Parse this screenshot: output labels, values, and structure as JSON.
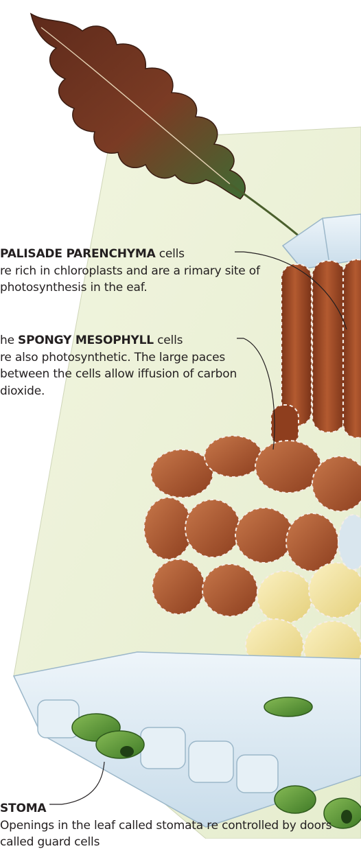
{
  "palisade": {
    "term": "PALISADE PARENCHYMA",
    "term_suffix": " cells",
    "body": "re rich in chloroplasts and are a rimary site of photosynthesis in the eaf."
  },
  "spongy": {
    "term_prefix": "he ",
    "term": "SPONGY MESOPHYLL",
    "term_suffix": " cells",
    "body": "re also photosynthetic. The large paces between the cells allow iffusion of carbon dioxide."
  },
  "stoma": {
    "term": "STOMA",
    "body": "Openings in the leaf called stomata re controlled by doors called guard cells"
  },
  "colors": {
    "leaf_dark": "#6b2f1e",
    "leaf_green": "#4f7a3a",
    "background_plane": "#eef3dc",
    "palisade_cell": "#a4502c",
    "spongy_cell": "#b0603a",
    "lower_yellow_cell": "#f3e3a0",
    "epidermis": "#dce9f2",
    "guard_cell": "#5d9a3b",
    "leader_line": "#231f20"
  }
}
